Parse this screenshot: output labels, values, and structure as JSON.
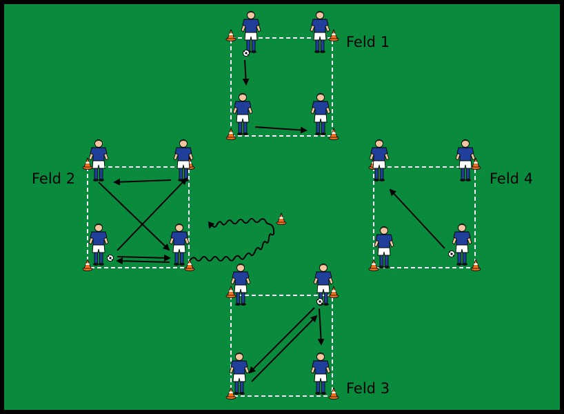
{
  "colors": {
    "pitch": "#0a8a3c",
    "border": "#000000",
    "field_line": "#ffffff",
    "arrow": "#000000",
    "jersey": "#1f3f9a",
    "shorts": "#ffffff",
    "socks": "#1f3f9a",
    "skin": "#f2c7a0",
    "hair": "#1a1a1a",
    "cone": "#f07020",
    "cone_stripe": "#ffffff",
    "ball": "#ffffff"
  },
  "fields": [
    {
      "id": "field-1",
      "label": "Feld 1"
    },
    {
      "id": "field-2",
      "label": "Feld 2"
    },
    {
      "id": "field-3",
      "label": "Feld 3"
    },
    {
      "id": "field-4",
      "label": "Feld 4"
    }
  ],
  "icons": {
    "player": "player-icon",
    "cone": "cone-icon",
    "ball": "ball-icon",
    "pass": "pass-arrow",
    "dribble": "dribble-path"
  }
}
